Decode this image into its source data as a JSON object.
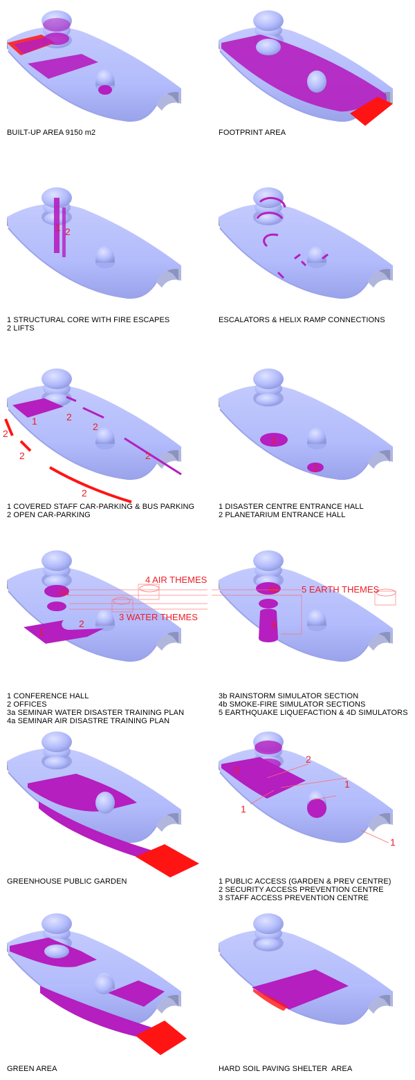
{
  "colors": {
    "slab": "#b3bcfc",
    "slab_shadow": "#7f86c7",
    "slab_edge": "#979797",
    "magenta": "#b51ebf",
    "red": "#ff1414",
    "label_red": "#ee1c24"
  },
  "panels": [
    {
      "key": "builtup",
      "caption": [
        "BUILT-UP AREA 9150 m2"
      ],
      "labels": []
    },
    {
      "key": "footprint",
      "caption": [
        "FOOTPRINT AREA"
      ],
      "labels": []
    },
    {
      "key": "core",
      "caption": [
        "1 STRUCTURAL CORE WITH FIRE ESCAPES",
        "2 LIFTS"
      ],
      "labels": [
        "1",
        "2"
      ]
    },
    {
      "key": "escalators",
      "caption": [
        "ESCALATORS & HELIX RAMP CONNECTIONS"
      ],
      "labels": []
    },
    {
      "key": "parking",
      "caption": [
        "1 COVERED STAFF CAR-PARKING & BUS PARKING",
        "2 OPEN CAR-PARKING"
      ],
      "labels": [
        "1",
        "2",
        "2",
        "2",
        "2",
        "2",
        "2"
      ]
    },
    {
      "key": "entrance",
      "caption": [
        "1 DISASTER CENTRE ENTRANCE HALL",
        "2 PLANETARIUM ENTRANCE HALL"
      ],
      "labels": [
        "1",
        "2"
      ]
    },
    {
      "key": "conference",
      "caption": [
        "1 CONFERENCE HALL",
        "2 OFFICES",
        "3a SEMINAR WATER DISASTER TRAINING PLAN",
        "4a SEMINAR AIR DISASTRE TRAINING PLAN"
      ],
      "labels": [
        "4a",
        "1",
        "2",
        "4 AIR THEMES",
        "3 WATER THEMES"
      ]
    },
    {
      "key": "simulators",
      "caption": [
        "3b RAINSTORM SIMULATOR SECTION",
        "4b SMOKE-FIRE SIMULATOR SECTIONS",
        "5 EARTHQUAKE LIQUEFACTION & 4D SIMULATORS"
      ],
      "labels": [
        "4b",
        "5",
        "5 EARTH THEMES"
      ]
    },
    {
      "key": "greenhouse",
      "caption": [
        "GREENHOUSE PUBLIC GARDEN"
      ],
      "labels": []
    },
    {
      "key": "access",
      "caption": [
        "1 PUBLIC ACCESS (GARDEN & PREV CENTRE)",
        "2 SECURITY ACCESS PREVENTION CENTRE",
        "3 STAFF ACCESS PREVENTION CENTRE"
      ],
      "labels": [
        "3",
        "2",
        "1",
        "1",
        "1"
      ]
    },
    {
      "key": "green",
      "caption": [
        "GREEN AREA"
      ],
      "labels": []
    },
    {
      "key": "paving",
      "caption": [
        "HARD SOIL PAVING SHELTER  AREA"
      ],
      "labels": []
    }
  ]
}
